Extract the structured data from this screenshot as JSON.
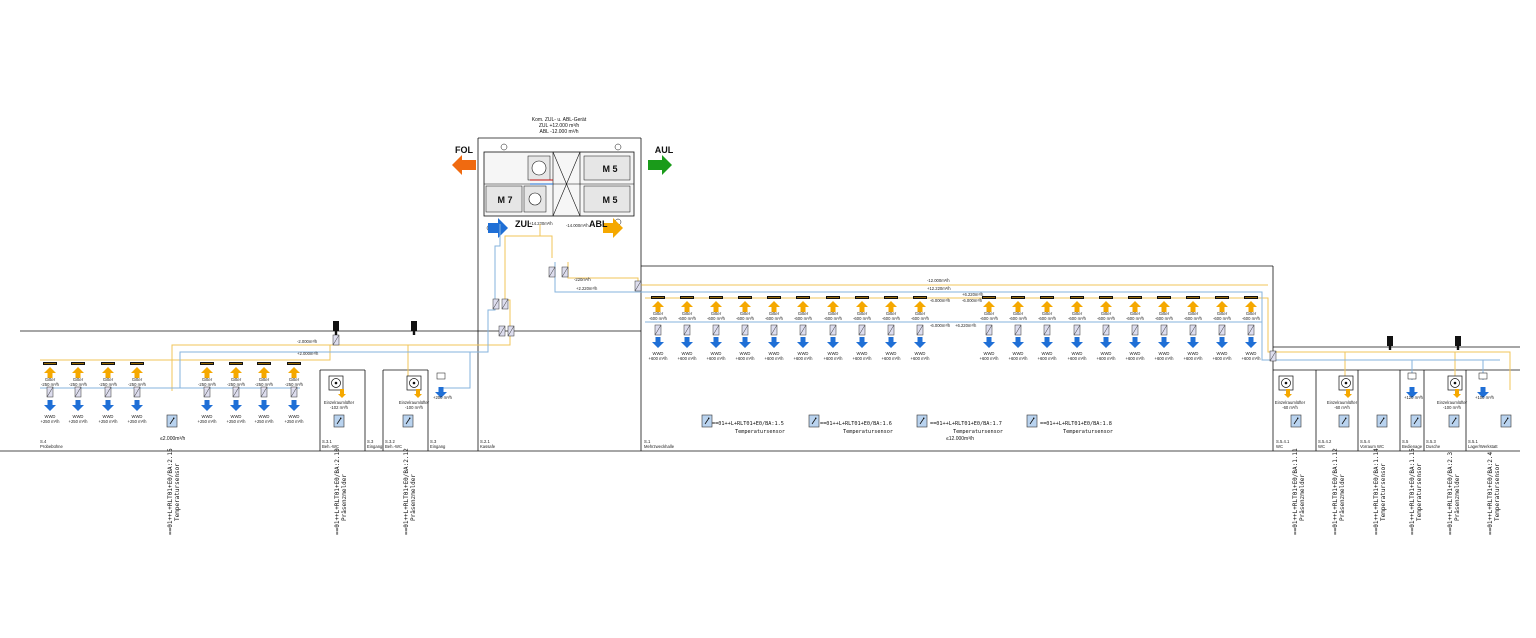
{
  "colors": {
    "supply": "#1f6fd6",
    "exhaust": "#f5a800",
    "outside": "#1a9b1a",
    "discharge": "#f06a10",
    "duct_supply": "#86b3dd",
    "duct_exhaust": "#f1c45a"
  },
  "unit": {
    "title": "Kom. ZUL- u. ABL-Gerät",
    "zul_flow": "ZUL +12.000 m³/h",
    "abl_flow": "ABL -12.000 m³/h",
    "arrows": {
      "fol": "FOL",
      "aul": "AUL",
      "zul": "ZUL",
      "abl": "ABL"
    },
    "filters": {
      "m5_top": "M 5",
      "m5_bottom": "M 5",
      "m7": "M 7"
    },
    "flow_zul": "+14.220m³/h",
    "flow_abl": "-14.000m³/h"
  },
  "main_flows": {
    "exh_12000": "-12.000m³/h",
    "sup_12220": "+12.220m³/h",
    "riser_exh": "-2.000m³/h",
    "riser_sup": "+2.000m³/h",
    "riser_sup2": "+2.220m³/h",
    "riser_exh2": "-220m³/h",
    "hall_exh": "-6.000m³/h",
    "hall_sup": "+6.220m³/h",
    "hall_exh_b": "-6.000m³/h",
    "hall_exh_c": "-6.000m³/h",
    "hall_sup_b": "+6.220m³/h"
  },
  "probe_gitter": {
    "label": "Gitter",
    "flow": "-250 m³/h"
  },
  "probe_wwd": {
    "label": "WWD",
    "flow": "+250 m³/h"
  },
  "hall_gitter": {
    "label": "Gitter",
    "flow": "-600 m³/h"
  },
  "hall_wwd": {
    "label": "WWD",
    "flow": "+600 m³/h"
  },
  "device_labels": {
    "einzelraum_102": "Einzelraumlüfter\n-102 m³/h",
    "einzelraum_100": "Einzelraumlüfter\n-100 m³/h",
    "einzelraum_60a": "Einzelraumlüfter\n-60 m³/h",
    "einzelraum_60b": "Einzelraumlüfter\n-60 m³/h",
    "einzelraum_100b": "Einzelraumlüfter\n-100 m³/h",
    "eingang_flow": "+200 m³/h",
    "bedside_flow": "+120 m³/h",
    "lager_flow": "+100 m³/h"
  },
  "rooms": [
    {
      "id": "S.4",
      "name": "Probebühne"
    },
    {
      "id": "S.3.1",
      "name": "Beh.-WC"
    },
    {
      "id": "S.3",
      "name": "Eingang"
    },
    {
      "id": "S.3.2",
      "name": "Beh.-WC"
    },
    {
      "id": "S.3",
      "name": "Eingang"
    },
    {
      "id": "S.2.1",
      "name": "Kassafe"
    },
    {
      "id": "S.1",
      "name": "Mehrzweckhalle"
    },
    {
      "id": "S.5.4.1",
      "name": "WC"
    },
    {
      "id": "S.5.4.2",
      "name": "WC"
    },
    {
      "id": "S.5.4",
      "name": "Vorraum WC"
    },
    {
      "id": "S.5",
      "name": "Bedienage"
    },
    {
      "id": "S.5.3",
      "name": "Dusche"
    },
    {
      "id": "S.5.1",
      "name": "Lager/Werkstatt"
    }
  ],
  "totals": {
    "probe": "≤2.000m³/h",
    "hall": "≤12.000m³/h"
  },
  "temp_sensors": [
    {
      "code": "==01++L+RLT01+E0/BA:1.5",
      "label": "Temperatursensor"
    },
    {
      "code": "==01++L+RLT01+E0/BA:1.6",
      "label": "Temperatursensor"
    },
    {
      "code": "==01++L+RLT01+E0/BA:1.7",
      "label": "Temperatursensor"
    },
    {
      "code": "==01++L+RLT01+E0/BA:1.8",
      "label": "Temperatursensor"
    }
  ],
  "vertical_labels": [
    {
      "code": "==01++L+RLT01+E0/BA:2.15",
      "label": "Temperatursensor"
    },
    {
      "code": "==01++L+RLT01+E0/BA:2.10",
      "label": "Präsenzmelder"
    },
    {
      "code": "==01++L+RLT01+E0/BA:2.12",
      "label": "Präsenzmelder"
    },
    {
      "code": "==01++L+RLT01+E0/BA:1.11",
      "label": "Präsenzmelder"
    },
    {
      "code": "==01++L+RLT01+E0/BA:1.12",
      "label": "Präsenzmelder"
    },
    {
      "code": "==01++L+RLT01+E0/BA:1.14",
      "label": "Temperatursensor"
    },
    {
      "code": "==01++L+RLT01+E0/BA:1.15",
      "label": "Temperatursensor"
    },
    {
      "code": "==01++L+RLT01+E0/BA:2.3",
      "label": "Präsenzmelder"
    },
    {
      "code": "==01++L+RLT01+E0/BA:2.4",
      "label": "Temperatursensor"
    }
  ]
}
